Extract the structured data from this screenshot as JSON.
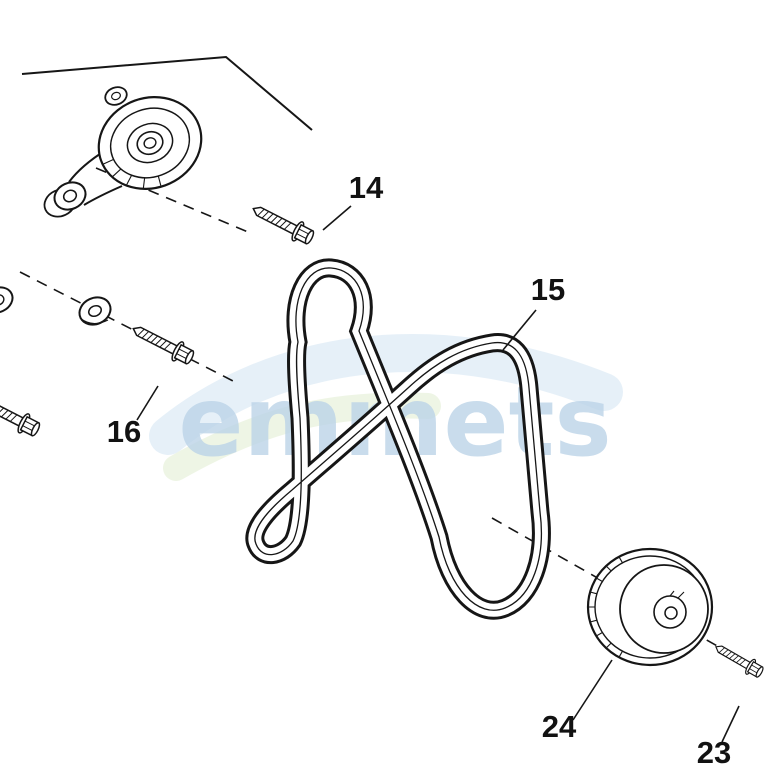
{
  "watermark": {
    "text": "emmets",
    "color": "#bcd4e8"
  },
  "labels": {
    "l14": "14",
    "l15": "15",
    "l16": "16",
    "l24": "24",
    "l23": "23"
  },
  "colors": {
    "line": "#161616",
    "background": "#ffffff",
    "watermark_blue": "#d2e4f2",
    "watermark_green": "#e2efd4"
  }
}
